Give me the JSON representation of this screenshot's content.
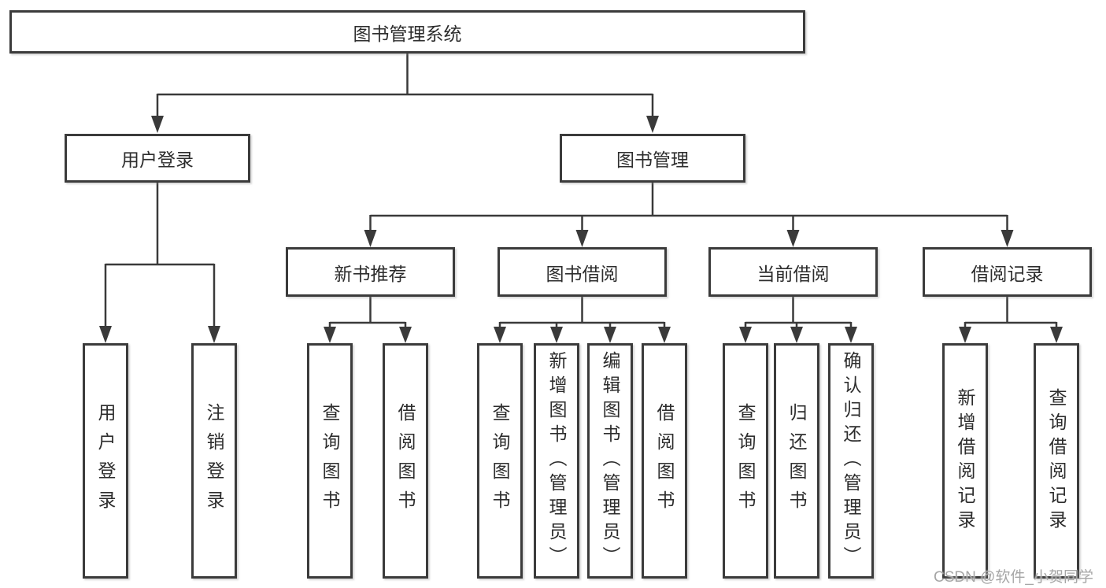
{
  "colors": {
    "line": "#3a3a3a",
    "border": "#3b3b3b",
    "text": "#2d2d2d",
    "watermark": "#a6a6a6",
    "background": "#ffffff"
  },
  "nodes": {
    "root": {
      "label": "图书管理系统"
    },
    "level2": [
      {
        "label": "用户登录"
      },
      {
        "label": "图书管理"
      }
    ],
    "level3": [
      {
        "label": "新书推荐"
      },
      {
        "label": "图书借阅"
      },
      {
        "label": "当前借阅"
      },
      {
        "label": "借阅记录"
      }
    ],
    "leaves": [
      {
        "label": "用户登录"
      },
      {
        "label": "注销登录"
      },
      {
        "label": "查询图书"
      },
      {
        "label": "借阅图书"
      },
      {
        "label": "查询图书"
      },
      {
        "label": "新增图书（管理员）"
      },
      {
        "label": "编辑图书（管理员）"
      },
      {
        "label": "借阅图书"
      },
      {
        "label": "查询图书"
      },
      {
        "label": "归还图书"
      },
      {
        "label": "确认归还（管理员）"
      },
      {
        "label": "新增借阅记录"
      },
      {
        "label": "查询借阅记录"
      }
    ]
  },
  "watermark": {
    "text": "CSDN @软件_小贺同学"
  }
}
